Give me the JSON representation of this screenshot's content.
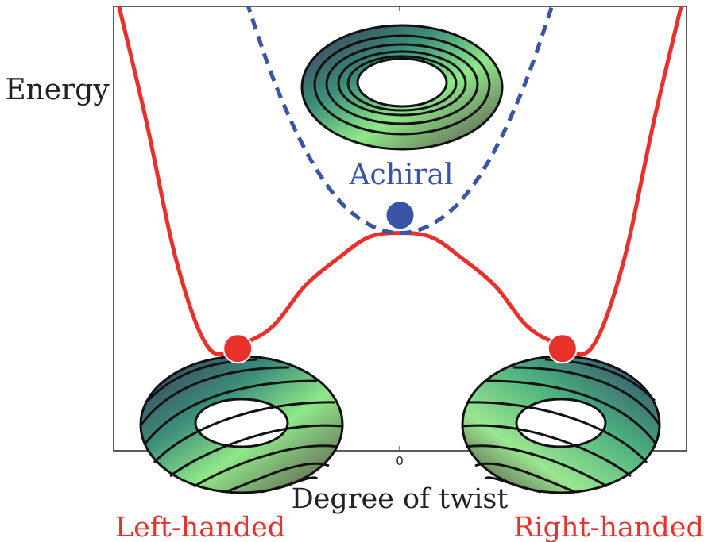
{
  "chart_data": {
    "type": "line",
    "title": "",
    "xlabel": "Degree of twist",
    "ylabel": "Energy",
    "x_ticks": [
      "0"
    ],
    "xlim": [
      -1.8,
      1.8
    ],
    "ylim": [
      0,
      1
    ],
    "grid": false,
    "series": [
      {
        "kind": "double-well",
        "style": "solid",
        "color": "#e8312a",
        "x": [
          -1.8,
          -1.6,
          -1.4,
          -1.2,
          -1.0,
          -0.8,
          -0.6,
          -0.4,
          -0.2,
          0.0,
          0.2,
          0.4,
          0.6,
          0.8,
          1.0,
          1.2,
          1.4,
          1.6,
          1.8
        ],
        "y": [
          1.05,
          0.75,
          0.42,
          0.23,
          0.24,
          0.28,
          0.37,
          0.43,
          0.48,
          0.49,
          0.48,
          0.43,
          0.37,
          0.28,
          0.24,
          0.23,
          0.42,
          0.75,
          1.05
        ]
      },
      {
        "kind": "single-well",
        "style": "dashed",
        "color": "#3a55a6",
        "x": [
          -1.0,
          -0.8,
          -0.6,
          -0.4,
          -0.2,
          0.0,
          0.2,
          0.4,
          0.6,
          0.8,
          1.0
        ],
        "y": [
          1.05,
          0.84,
          0.68,
          0.57,
          0.51,
          0.49,
          0.51,
          0.57,
          0.68,
          0.84,
          1.05
        ]
      }
    ],
    "markers": [
      {
        "label": "Left-handed",
        "x": -1.02,
        "y": 0.23,
        "color": "#e8312a"
      },
      {
        "label": "Achiral",
        "x": 0.0,
        "y": 0.53,
        "color": "#3a55a6"
      },
      {
        "label": "Right-handed",
        "x": 1.02,
        "y": 0.23,
        "color": "#e8312a"
      }
    ],
    "annotations": {
      "achiral": "Achiral",
      "left": "Left-handed",
      "right": "Right-handed"
    },
    "colors": {
      "chiral": "#e8312a",
      "achiral": "#3a55a6",
      "axis": "#333333",
      "torus_light": "#8fe889",
      "torus_mid": "#3c8f7a",
      "torus_dark": "#3b3058"
    }
  }
}
